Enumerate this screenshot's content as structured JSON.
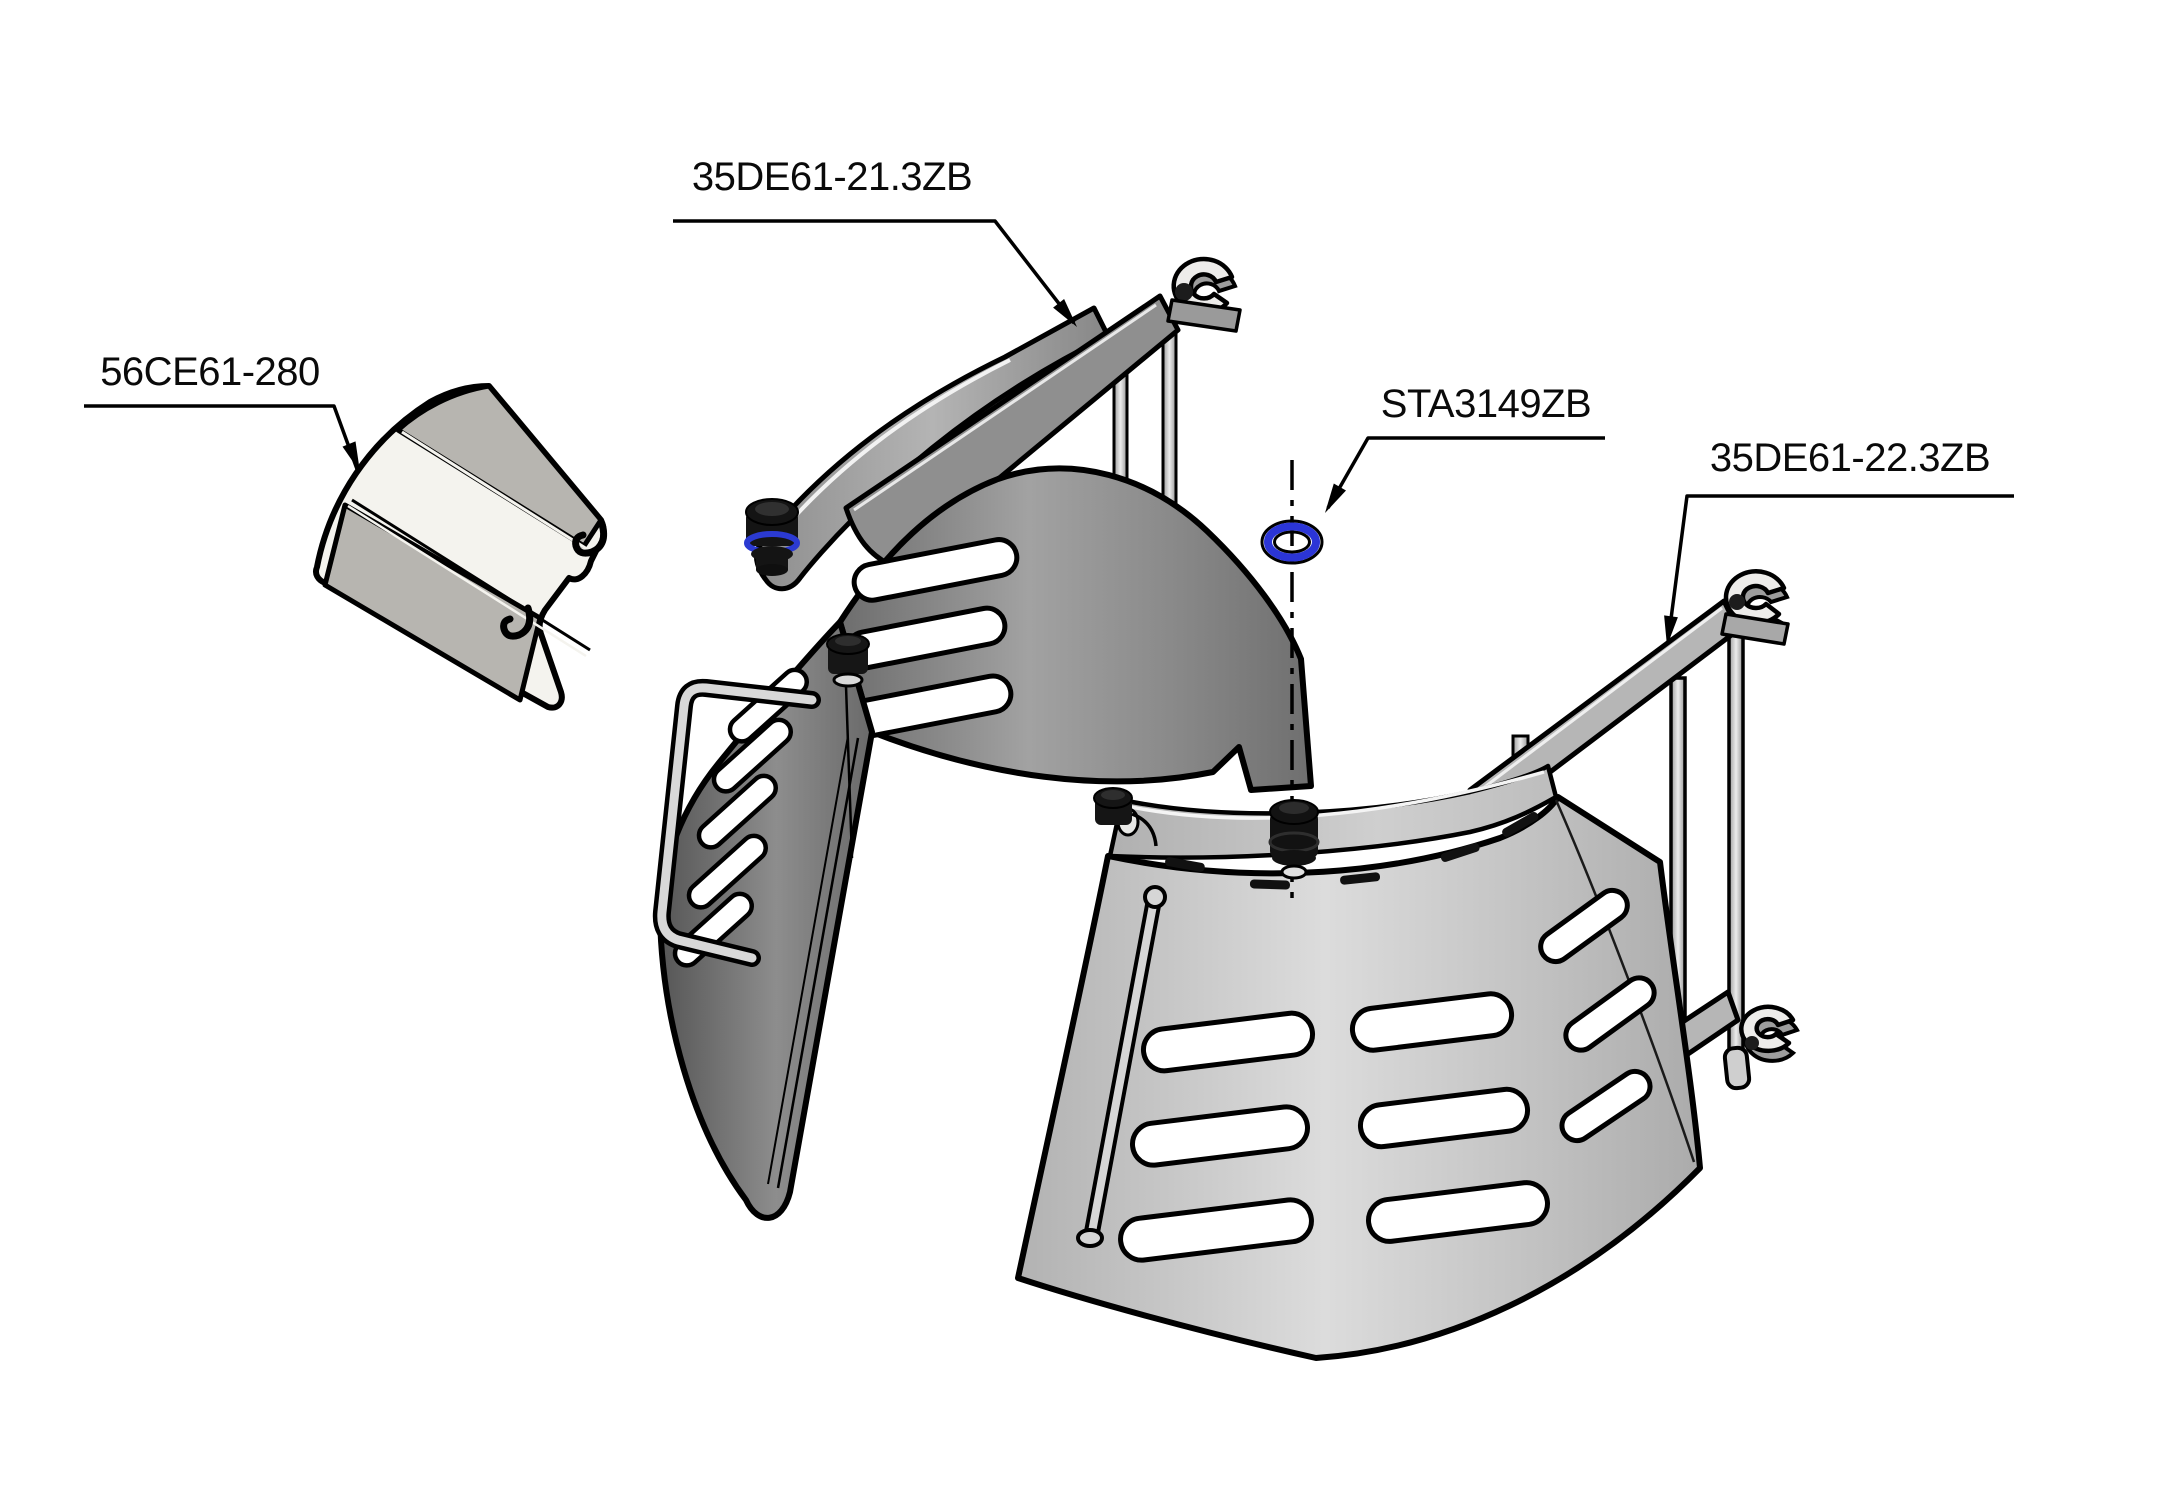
{
  "diagram": {
    "background_color": "#ffffff",
    "outline_color": "#000000",
    "highlight_blue": "#2b35d6",
    "callouts": [
      {
        "id": "bracket",
        "part_number": "56CE61-280"
      },
      {
        "id": "upper-guard",
        "part_number": "35DE61-21.3ZB"
      },
      {
        "id": "seal-ring",
        "part_number": "STA3149ZB"
      },
      {
        "id": "lower-guard",
        "part_number": "35DE61-22.3ZB"
      }
    ]
  }
}
